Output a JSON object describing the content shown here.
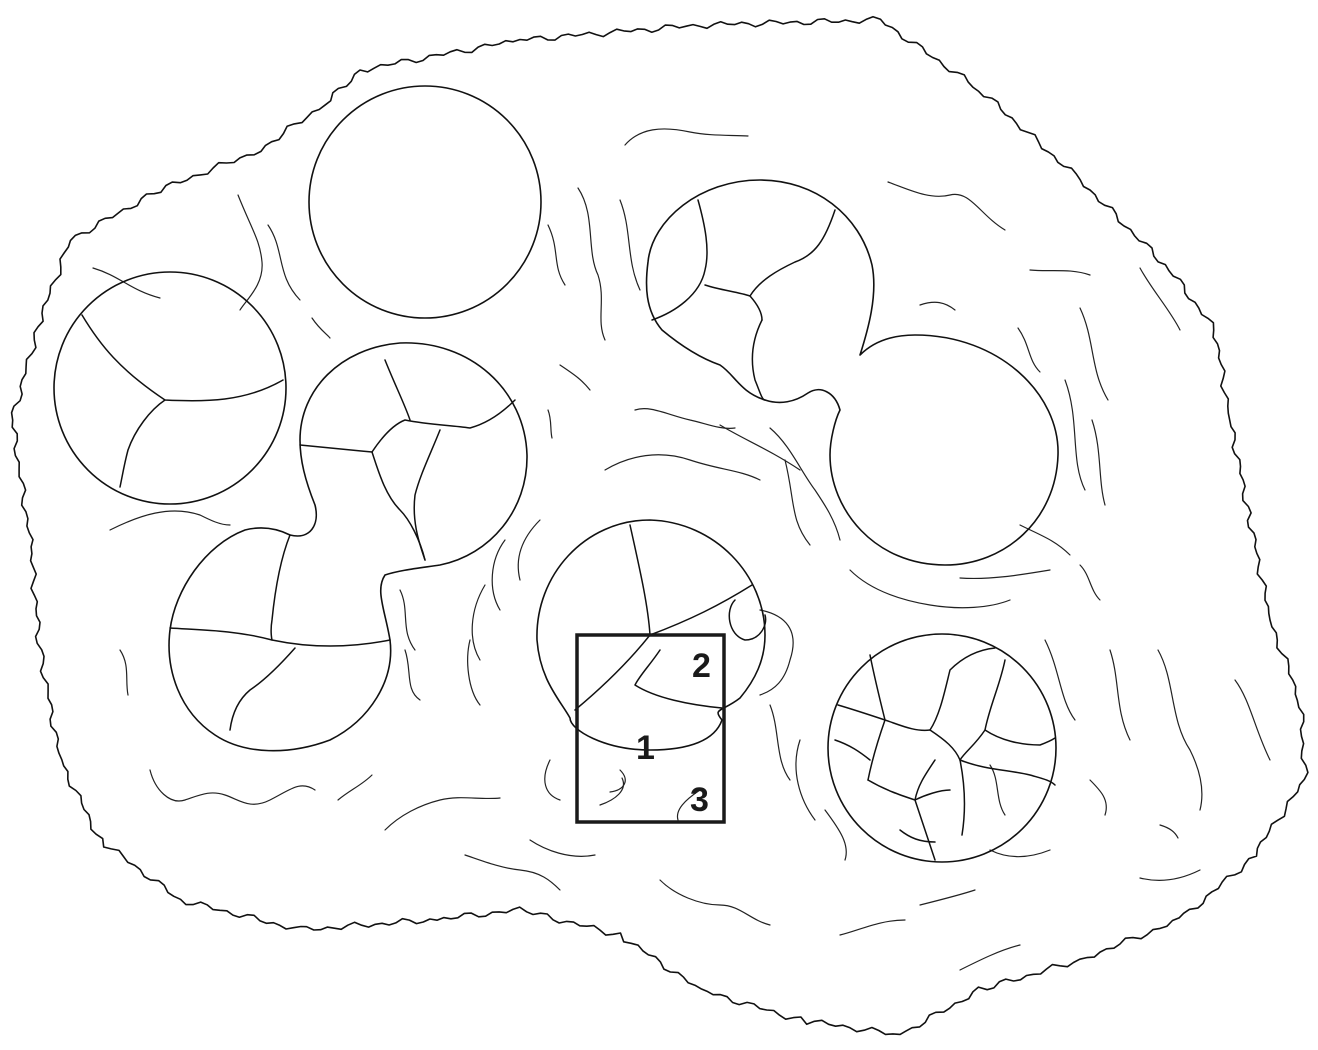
{
  "diagram": {
    "ink_color": "#111111",
    "background": "#ffffff",
    "callout_labels": [
      "1",
      "2",
      "3"
    ]
  }
}
